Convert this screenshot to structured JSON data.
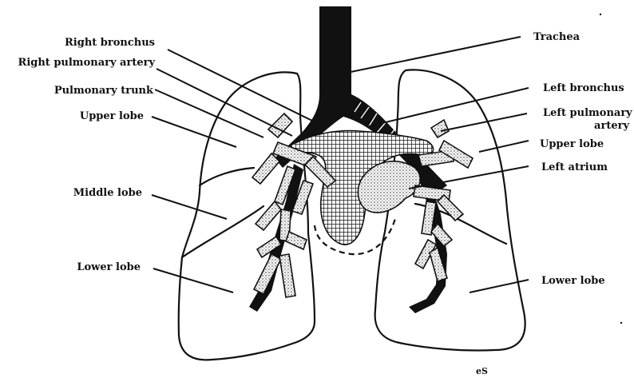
{
  "labels": {
    "right_bronchus": "Right bronchus",
    "right_pulmonary_artery": "Right pulmonary artery",
    "pulmonary_trunk": "Pulmonary trunk",
    "upper_lobe_right": "Upper lobe",
    "middle_lobe": "Middle lobe",
    "lower_lobe_right": "Lower lobe",
    "trachea": "Trachea",
    "left_bronchus": "Left bronchus",
    "left_pulmonary_artery_line1": "Left pulmonary",
    "left_pulmonary_artery_line2": "artery",
    "upper_lobe_left": "Upper lobe",
    "left_atrium": "Left atrium",
    "lower_lobe_left": "Lower lobe",
    "signature": "eS"
  },
  "colors": {
    "ink": "#111111",
    "background": "#ffffff"
  }
}
